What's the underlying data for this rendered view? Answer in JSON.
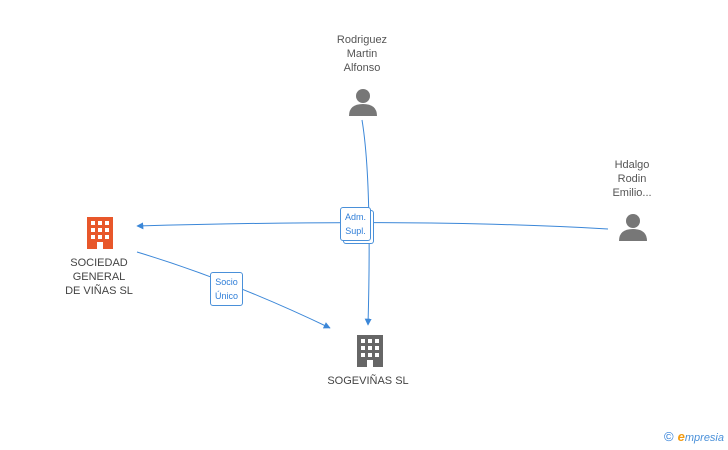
{
  "colors": {
    "edge": "#3b87d8",
    "person": "#777777",
    "company_gray": "#666666",
    "company_highlight": "#e8572a"
  },
  "nodes": {
    "rodriguez": {
      "label": "Rodriguez\nMartin\nAlfonso",
      "icon": "person-icon"
    },
    "hdalgo": {
      "label": "Hdalgo\nRodin\nEmilio...",
      "icon": "person-icon"
    },
    "sociedad": {
      "label": "SOCIEDAD\nGENERAL\nDE VIÑAS SL",
      "icon": "building-icon"
    },
    "sogevinas": {
      "label": "SOGEVIÑAS SL",
      "icon": "building-icon"
    }
  },
  "edges": {
    "adm_supl": "Adm.\nSupl.",
    "socio_unico": "Socio\nÚnico"
  },
  "footer": {
    "copyright": "©",
    "brand_first": "e",
    "brand_rest": "mpresia"
  }
}
